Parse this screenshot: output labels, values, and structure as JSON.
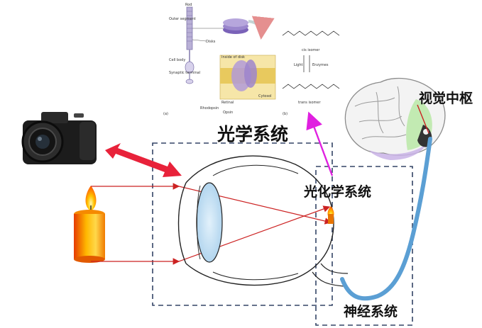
{
  "labels": {
    "optical_system": "光学系统",
    "photochemical_system": "光化学系统",
    "nervous_system": "神经系统",
    "visual_center": "视觉中枢"
  },
  "inset": {
    "rod_labels": {
      "rod": "Rod",
      "outer_segment": "Outer segment",
      "disks": "Disks",
      "cell_body": "Cell body",
      "synaptic_terminal": "Synaptic terminal"
    },
    "disk_labels": {
      "inside_of_disk": "Inside of disk",
      "retinal": "Retinal",
      "opsin": "Opsin",
      "rhodopsin": "Rhodopsin",
      "cytosol": "Cytosol"
    },
    "isomer_labels": {
      "cis_isomer": "cis isomer",
      "light": "Light",
      "enzymes": "Enzymes",
      "trans_isomer": "trans isomer"
    },
    "panel_a": "(a)",
    "panel_b": "(b)"
  },
  "colors": {
    "ray": "#cc2222",
    "double_arrow": "#e8223a",
    "magenta_arrow": "#e020e0",
    "nerve": "#5b9fd4",
    "lens": "#bcdcf2",
    "dashed_box": "#334466"
  }
}
